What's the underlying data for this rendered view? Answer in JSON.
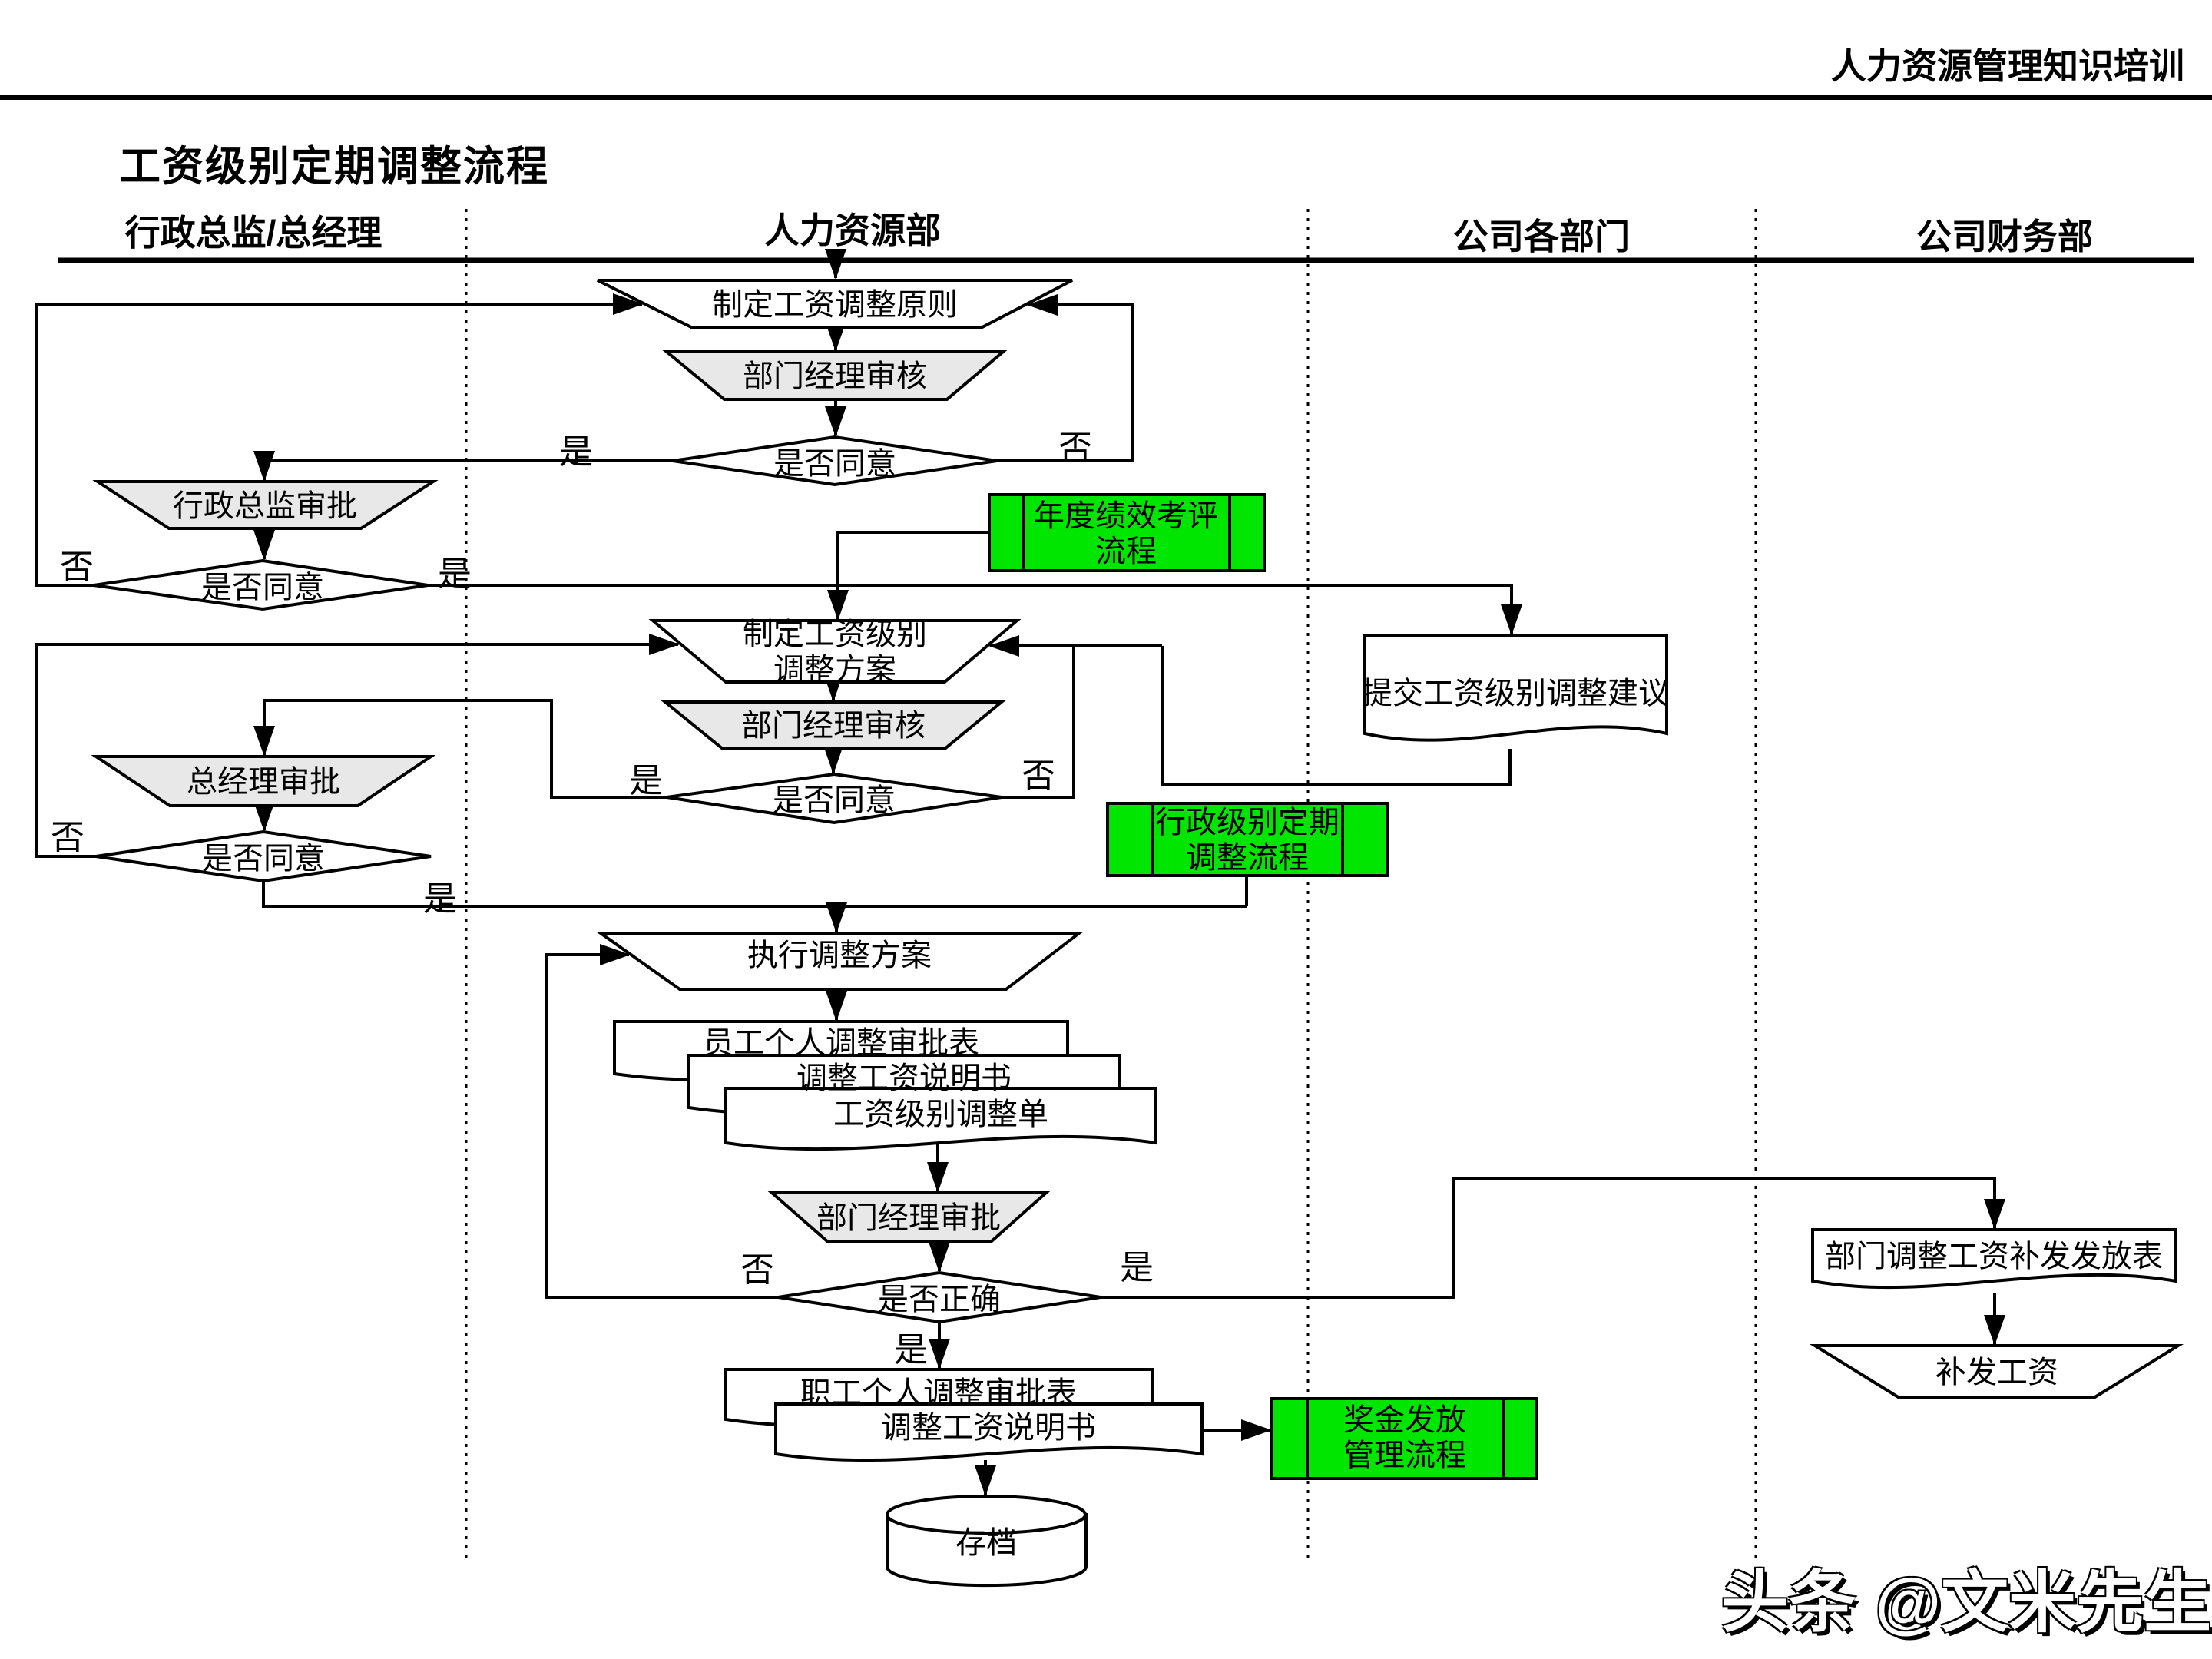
{
  "header": {
    "right_text": "人力资源管理知识培训"
  },
  "page_title": "工资级别定期调整流程",
  "lanes": [
    {
      "label": "行政总监/总经理"
    },
    {
      "label": "人力资源部"
    },
    {
      "label": "公司各部门"
    },
    {
      "label": "公司财务部"
    }
  ],
  "labels": {
    "yes": "是",
    "no": "否"
  },
  "nodes": {
    "define_principles": "制定工资调整原则",
    "dept_manager_review_1": "部门经理审核",
    "agree_1": "是否同意",
    "admin_director_approval": "行政总监审批",
    "agree_2": "是否同意",
    "annual_performance_process": "年度绩效考评\n流程",
    "submit_suggestion_doc": "提交工资级别调整建议",
    "define_grade_plan": "制定工资级别\n调整方案",
    "dept_manager_review_2": "部门经理审核",
    "agree_3": "是否同意",
    "gm_approval": "总经理审批",
    "agree_4": "是否同意",
    "admin_grade_process": "行政级别定期\n调整流程",
    "execute_plan": "执行调整方案",
    "doc_employee_personal_form": "员工个人调整审批表",
    "doc_salary_instruction_1": "调整工资说明书",
    "doc_grade_adjust_form": "工资级别调整单",
    "dept_manager_approval": "部门经理审批",
    "correct_check": "是否正确",
    "doc_staff_personal_form": "职工个人调整审批表",
    "doc_salary_instruction_2": "调整工资说明书",
    "bonus_process": "奖金发放\n管理流程",
    "archive": "存档",
    "doc_dept_backpay_form": "部门调整工资补发发放表",
    "back_pay": "补发工资"
  },
  "watermark": "头条 @文米先生",
  "colors": {
    "process_ref_green": "#00E600",
    "review_gray": "#E8E8E8",
    "line_black": "#000000",
    "background": "#FFFFFF"
  }
}
